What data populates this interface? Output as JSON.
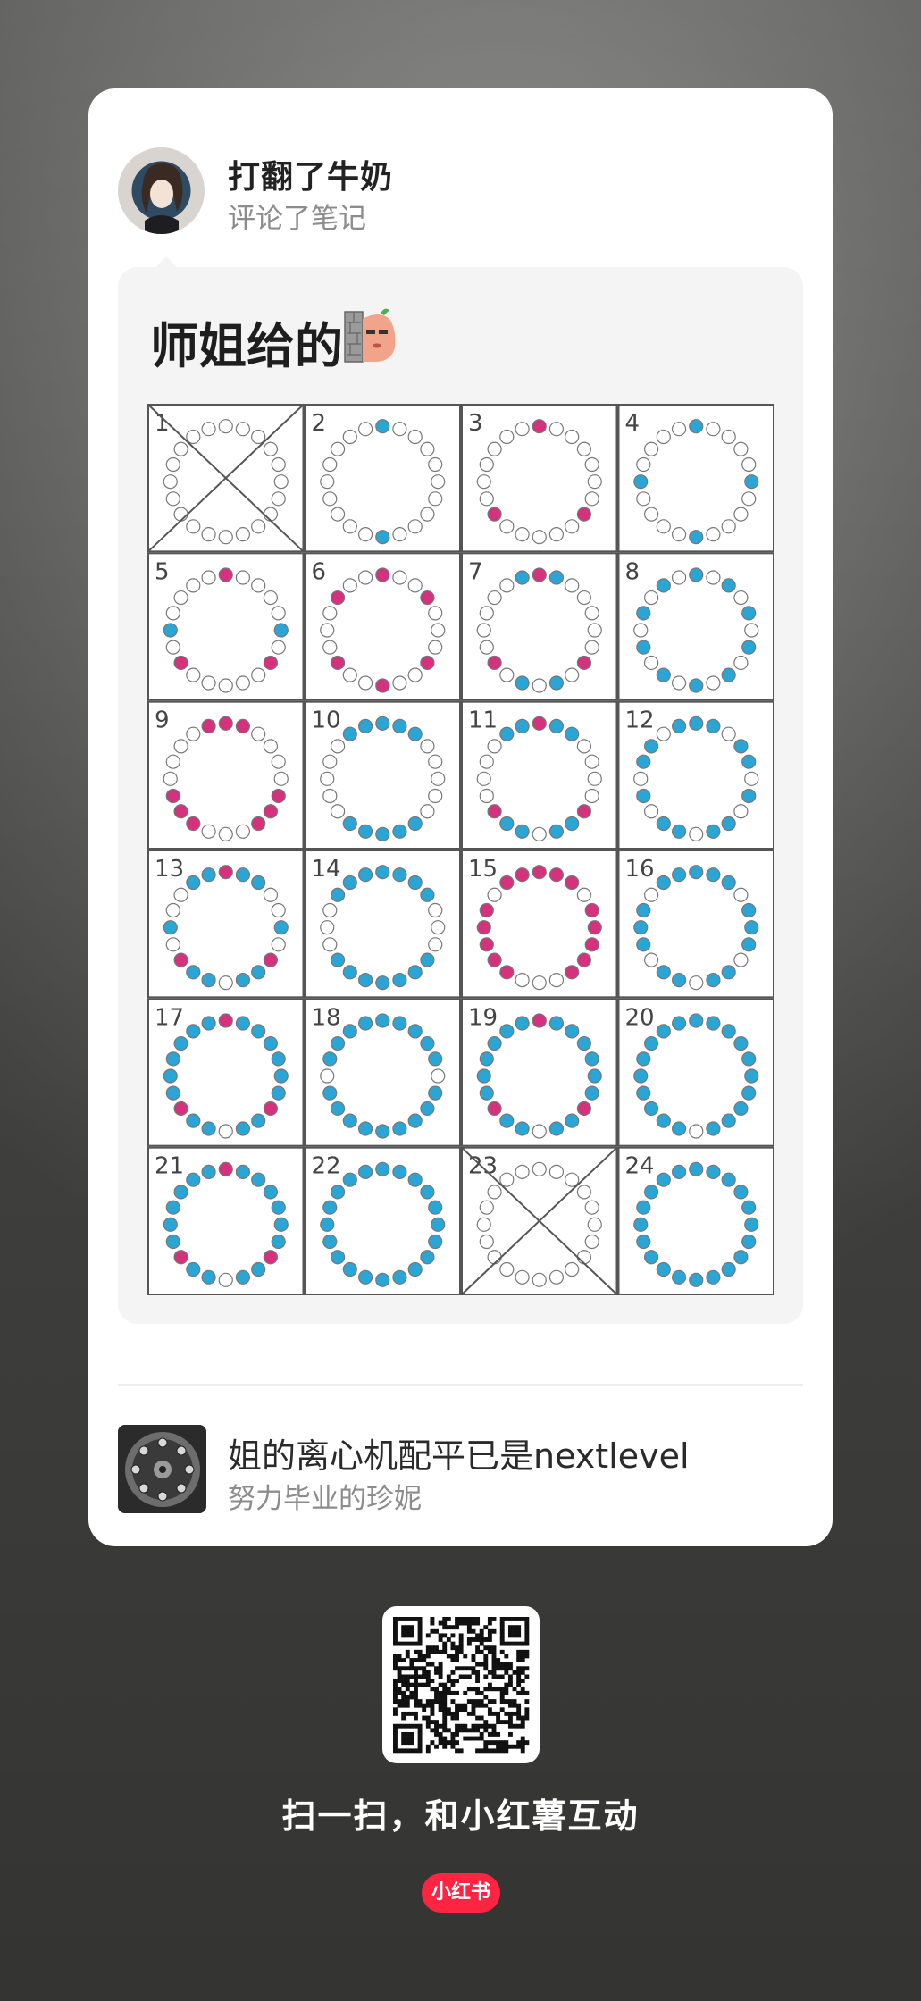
{
  "comment": {
    "user_name": "打翻了牛奶",
    "action": "评论了笔记",
    "text": "师姐给的",
    "sticker_icon": "peeking-bean-sticker"
  },
  "grid": {
    "cells": [
      {
        "label": "1",
        "crossed": true,
        "blue": [],
        "pink": []
      },
      {
        "label": "2",
        "crossed": false,
        "blue": [
          0,
          10
        ],
        "pink": []
      },
      {
        "label": "3",
        "crossed": false,
        "blue": [],
        "pink": [
          0,
          7,
          13
        ]
      },
      {
        "label": "4",
        "crossed": false,
        "blue": [
          0,
          5,
          10,
          15
        ],
        "pink": []
      },
      {
        "label": "5",
        "crossed": false,
        "blue": [
          5,
          15
        ],
        "pink": [
          0,
          7,
          13
        ]
      },
      {
        "label": "6",
        "crossed": false,
        "blue": [],
        "pink": [
          0,
          3,
          7,
          10,
          13,
          17
        ]
      },
      {
        "label": "7",
        "crossed": false,
        "blue": [
          1,
          19,
          9,
          11
        ],
        "pink": [
          0,
          7,
          13
        ]
      },
      {
        "label": "8",
        "crossed": false,
        "blue": [
          0,
          2,
          4,
          6,
          8,
          10,
          12,
          14,
          16,
          18
        ],
        "pink": []
      },
      {
        "label": "9",
        "crossed": false,
        "blue": [],
        "pink": [
          19,
          0,
          1,
          6,
          7,
          8,
          12,
          13,
          14
        ]
      },
      {
        "label": "10",
        "crossed": false,
        "blue": [
          18,
          19,
          0,
          1,
          2,
          8,
          9,
          10,
          11,
          12
        ],
        "pink": []
      },
      {
        "label": "11",
        "crossed": false,
        "blue": [
          18,
          19,
          1,
          2,
          8,
          9,
          11,
          12
        ],
        "pink": [
          0,
          7,
          13
        ]
      },
      {
        "label": "12",
        "crossed": false,
        "blue": [
          0,
          1,
          3,
          4,
          6,
          8,
          9,
          11,
          12,
          14,
          16,
          17,
          19
        ],
        "pink": []
      },
      {
        "label": "13",
        "crossed": false,
        "blue": [
          18,
          19,
          1,
          2,
          5,
          15,
          8,
          9,
          11,
          12
        ],
        "pink": [
          0,
          7,
          13
        ]
      },
      {
        "label": "14",
        "crossed": false,
        "blue": [
          17,
          18,
          19,
          0,
          1,
          2,
          3,
          7,
          8,
          9,
          10,
          11,
          12,
          13
        ],
        "pink": []
      },
      {
        "label": "15",
        "crossed": false,
        "blue": [],
        "pink": [
          18,
          19,
          0,
          1,
          2,
          4,
          5,
          6,
          7,
          8,
          12,
          13,
          14,
          15,
          16
        ]
      },
      {
        "label": "16",
        "crossed": false,
        "blue": [
          0,
          1,
          2,
          4,
          5,
          6,
          8,
          9,
          11,
          12,
          14,
          15,
          16,
          18,
          19
        ],
        "pink": []
      },
      {
        "label": "17",
        "crossed": false,
        "blue": [
          1,
          2,
          3,
          4,
          5,
          6,
          8,
          9,
          11,
          12,
          14,
          15,
          16,
          17,
          18,
          19
        ],
        "pink": [
          0,
          7,
          13
        ]
      },
      {
        "label": "18",
        "crossed": false,
        "blue": [
          16,
          17,
          18,
          19,
          0,
          1,
          2,
          3,
          4,
          6,
          7,
          8,
          9,
          10,
          11,
          12,
          13,
          14
        ],
        "pink": []
      },
      {
        "label": "19",
        "crossed": false,
        "blue": [
          1,
          2,
          3,
          4,
          5,
          6,
          8,
          9,
          11,
          12,
          14,
          15,
          16,
          17,
          18,
          19
        ],
        "pink": [
          0,
          7,
          13
        ]
      },
      {
        "label": "20",
        "crossed": false,
        "blue": [
          0,
          1,
          2,
          3,
          4,
          5,
          6,
          7,
          8,
          9,
          11,
          12,
          13,
          14,
          15,
          16,
          17,
          18,
          19
        ],
        "pink": []
      },
      {
        "label": "21",
        "crossed": false,
        "blue": [
          1,
          2,
          3,
          4,
          5,
          6,
          8,
          9,
          11,
          12,
          14,
          15,
          16,
          17,
          18,
          19
        ],
        "pink": [
          0,
          7,
          13
        ]
      },
      {
        "label": "22",
        "crossed": false,
        "blue": [
          0,
          1,
          2,
          3,
          4,
          5,
          6,
          7,
          8,
          9,
          10,
          11,
          12,
          13,
          14,
          15,
          16,
          17,
          18,
          19
        ],
        "pink": []
      },
      {
        "label": "23",
        "crossed": true,
        "blue": [],
        "pink": []
      },
      {
        "label": "24",
        "crossed": false,
        "blue": [
          0,
          1,
          2,
          3,
          4,
          5,
          6,
          7,
          8,
          9,
          10,
          11,
          12,
          13,
          14,
          15,
          16,
          17,
          18,
          19
        ],
        "pink": []
      }
    ],
    "blue_color": "#2aa6d6",
    "pink_color": "#d6317c",
    "empty_color": "#ffffff"
  },
  "note": {
    "title": "姐的离心机配平已是nextlevel",
    "author": "努力毕业的珍妮",
    "thumb_icon": "centrifuge-rotor-thumbnail"
  },
  "footer": {
    "qr_icon": "qr-code-icon",
    "scan_text": "扫一扫，和小红薯互动",
    "brand_logo": "小红书",
    "brand_color": "#ff2442"
  }
}
